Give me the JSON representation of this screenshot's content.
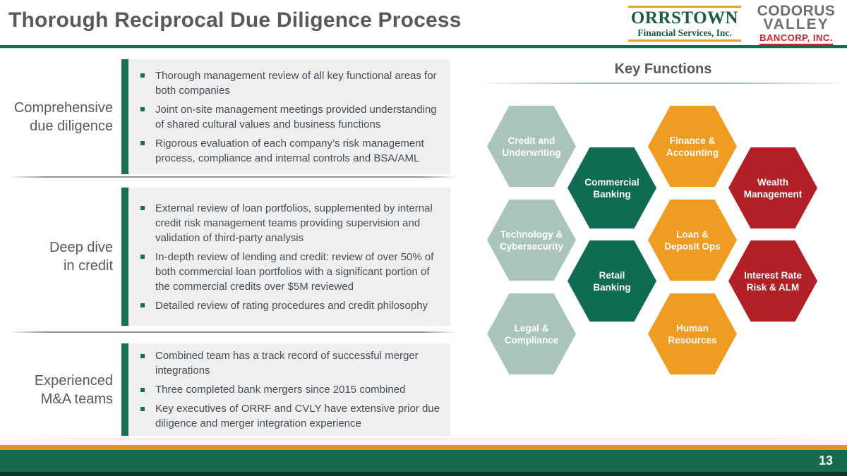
{
  "slide": {
    "title": "Thorough Reciprocal Due Diligence Process",
    "page_number": "13"
  },
  "logos": {
    "orrstown": {
      "name": "ORRSTOWN",
      "subtitle": "Financial Services, Inc."
    },
    "codorus": {
      "line1": "CODORUS",
      "line2": "VALLEY",
      "line3": "BANCORP, INC."
    }
  },
  "sections": [
    {
      "label_lines": [
        "Comprehensive",
        "due diligence"
      ],
      "bullets": [
        "Thorough management review of all key functional areas for both companies",
        "Joint on-site management meetings provided understanding of shared cultural values and business functions",
        "Rigorous evaluation of each company’s risk management process, compliance and internal controls and BSA/AML"
      ]
    },
    {
      "label_lines": [
        "Deep dive",
        "in credit"
      ],
      "bullets": [
        "External review of loan portfolios, supplemented by internal credit risk management teams providing supervision and validation of third-party analysis",
        "In-depth review of lending and credit: review of over 50% of both commercial loan portfolios with a significant portion of the commercial credits over $5M reviewed",
        "Detailed review of rating procedures and credit philosophy"
      ]
    },
    {
      "label_lines": [
        "Experienced",
        "M&A teams"
      ],
      "bullets": [
        "Combined team has a track record of successful merger integrations",
        "Three completed bank mergers since 2015 combined",
        "Key executives of ORRF and CVLY have extensive prior due diligence and merger integration experience"
      ]
    }
  ],
  "key_functions": {
    "title": "Key Functions",
    "hexagons": [
      {
        "lines": [
          "Credit and",
          "Underwriting"
        ],
        "color_name": "sage",
        "color": "#a9c5bb"
      },
      {
        "lines": [
          "Finance &",
          "Accounting"
        ],
        "color_name": "orange",
        "color": "#f09b22"
      },
      {
        "lines": [
          "Commercial",
          "Banking"
        ],
        "color_name": "dark-green",
        "color": "#0f6b51"
      },
      {
        "lines": [
          "Wealth",
          "Management"
        ],
        "color_name": "dark-red",
        "color": "#b21f24"
      },
      {
        "lines": [
          "Technology &",
          "Cybersecurity"
        ],
        "color_name": "sage",
        "color": "#a9c5bb"
      },
      {
        "lines": [
          "Loan &",
          "Deposit Ops"
        ],
        "color_name": "orange",
        "color": "#f09b22"
      },
      {
        "lines": [
          "Retail",
          "Banking"
        ],
        "color_name": "dark-green",
        "color": "#0f6b51"
      },
      {
        "lines": [
          "Interest Rate",
          "Risk & ALM"
        ],
        "color_name": "dark-red",
        "color": "#b21f24"
      },
      {
        "lines": [
          "Legal &",
          "Compliance"
        ],
        "color_name": "sage",
        "color": "#a9c5bb"
      },
      {
        "lines": [
          "Human",
          "Resources"
        ],
        "color_name": "orange",
        "color": "#f09b22"
      }
    ]
  },
  "colors": {
    "accent_green": "#17714f",
    "header_rule_green": "#156a52",
    "footer_green": "#156a50",
    "footer_orange": "#e8921e",
    "title_gray": "#595959",
    "body_text": "#434e58",
    "panel_gray": "#efefef",
    "orrstown_green": "#1b5b45",
    "orrstown_gold": "#e0a52c",
    "codorus_gray": "#6d6e71",
    "codorus_red": "#c8252c"
  }
}
